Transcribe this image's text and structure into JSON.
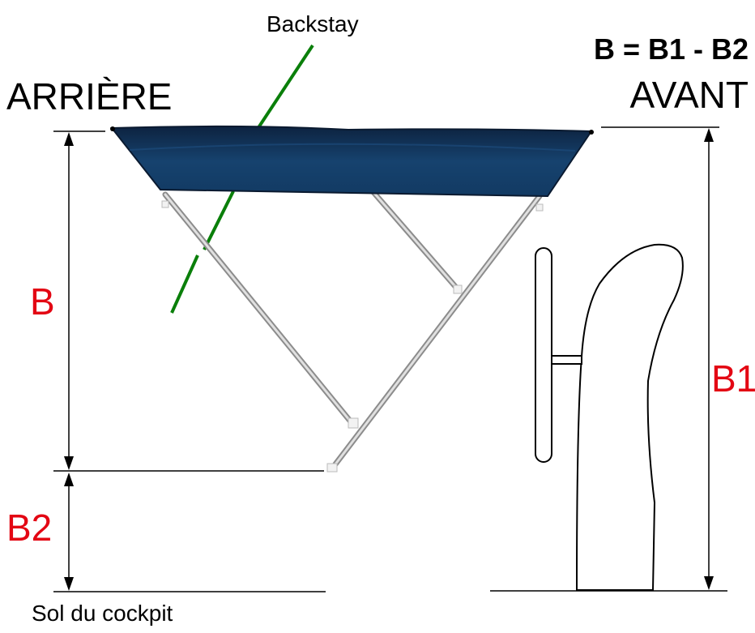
{
  "labels": {
    "backstay": "Backstay",
    "formula": "B = B1 - B2",
    "rear": "ARRIÈRE",
    "front": "AVANT",
    "height_b": "B",
    "height_b1": "B1",
    "height_b2": "B2",
    "cockpit_floor": "Sol du cockpit"
  },
  "colors": {
    "canvas": "#123a63",
    "canvas_dark": "#0d2340",
    "frame_tube": "#b8b8b8",
    "backstay": "#0a7f0a",
    "dimension_label": "#e30613",
    "outline": "#000000"
  }
}
